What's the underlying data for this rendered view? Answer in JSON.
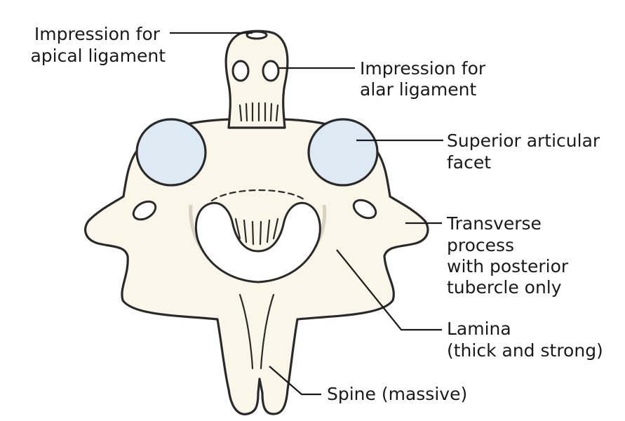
{
  "labels": {
    "apical": [
      "Impression for",
      "apical ligament"
    ],
    "alar": [
      "Impression for",
      "alar ligament"
    ],
    "facet": [
      "Superior articular",
      "facet"
    ],
    "transverse": [
      "Transverse",
      "process",
      "with posterior",
      "tubercle only"
    ],
    "lamina": [
      "Lamina",
      "(thick and strong)"
    ],
    "spine": [
      "Spine (massive)"
    ]
  },
  "colors": {
    "bone_fill": "#fbf6ea",
    "facet_fill": "#dde9f3",
    "outline": "#2a2a2a"
  }
}
